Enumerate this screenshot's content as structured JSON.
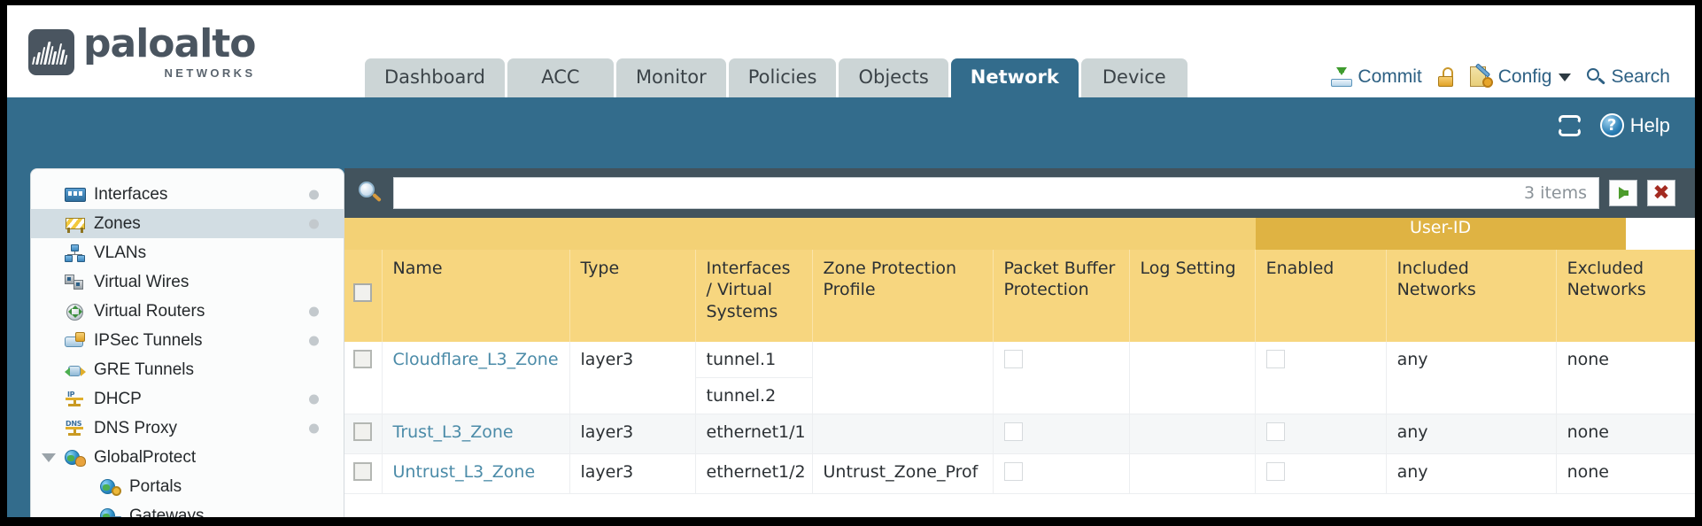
{
  "brand": {
    "name": "paloalto",
    "sub": "NETWORKS",
    "registered": "®"
  },
  "header": {
    "tabs": [
      {
        "label": "Dashboard",
        "active": false
      },
      {
        "label": "ACC",
        "active": false
      },
      {
        "label": "Monitor",
        "active": false
      },
      {
        "label": "Policies",
        "active": false
      },
      {
        "label": "Objects",
        "active": false
      },
      {
        "label": "Network",
        "active": true
      },
      {
        "label": "Device",
        "active": false
      }
    ],
    "actions": [
      {
        "label": "Commit",
        "icon": "commit-icon"
      },
      {
        "label": "",
        "icon": "lock-icon"
      },
      {
        "label": "Config",
        "icon": "config-icon",
        "caret": true
      },
      {
        "label": "Search",
        "icon": "search-icon"
      }
    ]
  },
  "toolbar": {
    "refresh_icon": "refresh-icon",
    "help_label": "Help",
    "help_icon": "help-icon"
  },
  "sidebar": {
    "items": [
      {
        "label": "Interfaces",
        "icon": "interfaces-icon",
        "selected": false,
        "dot": true,
        "child": false
      },
      {
        "label": "Zones",
        "icon": "zones-icon",
        "selected": true,
        "dot": true,
        "child": false
      },
      {
        "label": "VLANs",
        "icon": "vlans-icon",
        "selected": false,
        "dot": false,
        "child": false
      },
      {
        "label": "Virtual Wires",
        "icon": "virtual-wires-icon",
        "selected": false,
        "dot": false,
        "child": false
      },
      {
        "label": "Virtual Routers",
        "icon": "virtual-routers-icon",
        "selected": false,
        "dot": true,
        "child": false
      },
      {
        "label": "IPSec Tunnels",
        "icon": "ipsec-tunnels-icon",
        "selected": false,
        "dot": true,
        "child": false
      },
      {
        "label": "GRE Tunnels",
        "icon": "gre-tunnels-icon",
        "selected": false,
        "dot": false,
        "child": false
      },
      {
        "label": "DHCP",
        "icon": "dhcp-icon",
        "selected": false,
        "dot": true,
        "child": false
      },
      {
        "label": "DNS Proxy",
        "icon": "dns-proxy-icon",
        "selected": false,
        "dot": true,
        "child": false
      },
      {
        "label": "GlobalProtect",
        "icon": "globalprotect-icon",
        "selected": false,
        "dot": false,
        "child": false,
        "expander": true
      },
      {
        "label": "Portals",
        "icon": "portals-icon",
        "selected": false,
        "dot": false,
        "child": true
      },
      {
        "label": "Gateways",
        "icon": "gateways-icon",
        "selected": false,
        "dot": false,
        "child": true
      }
    ]
  },
  "search": {
    "value": "",
    "placeholder": "",
    "items_count": "3 items",
    "go_label": "",
    "clear_label": "✖"
  },
  "table": {
    "group_header": "User-ID",
    "columns": [
      "Name",
      "Type",
      "Interfaces / Virtual Systems",
      "Zone Protection Profile",
      "Packet Buffer Protection",
      "Log Setting",
      "Enabled",
      "Included Networks",
      "Excluded Networks"
    ],
    "rows": [
      {
        "name": "Cloudflare_L3_Zone",
        "type": "layer3",
        "interfaces": [
          "tunnel.1",
          "tunnel.2"
        ],
        "zone_protection_profile": "",
        "packet_buffer_protection": false,
        "log_setting": "",
        "userid_enabled": false,
        "included_networks": "any",
        "excluded_networks": "none"
      },
      {
        "name": "Trust_L3_Zone",
        "type": "layer3",
        "interfaces": [
          "ethernet1/1"
        ],
        "zone_protection_profile": "",
        "packet_buffer_protection": false,
        "log_setting": "",
        "userid_enabled": false,
        "included_networks": "any",
        "excluded_networks": "none"
      },
      {
        "name": "Untrust_L3_Zone",
        "type": "layer3",
        "interfaces": [
          "ethernet1/2"
        ],
        "zone_protection_profile": "Untrust_Zone_Prof",
        "packet_buffer_protection": false,
        "log_setting": "",
        "userid_enabled": false,
        "included_networks": "any",
        "excluded_networks": "none"
      }
    ]
  },
  "colors": {
    "nav_blue": "#336c8c",
    "header_yellow": "#f7d67f",
    "group_yellow": "#dfb343",
    "link_blue": "#4b8ba8",
    "panel_dark": "#42535d"
  }
}
